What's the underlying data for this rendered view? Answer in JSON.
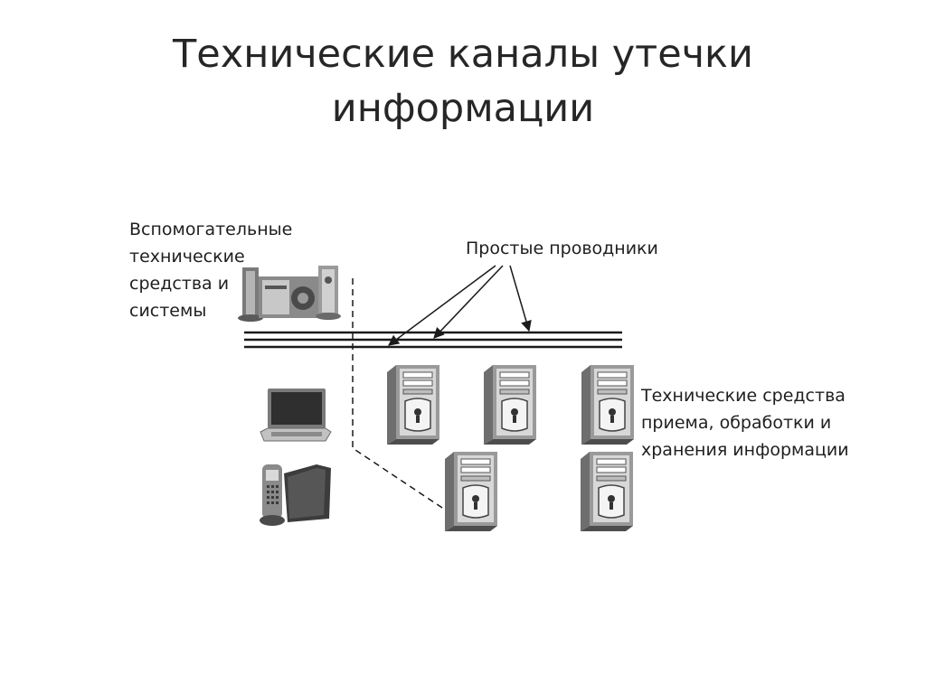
{
  "slide": {
    "title_line1": "Технические каналы утечки",
    "title_line2": "информации"
  },
  "labels": {
    "auxiliary": [
      "Вспомогательные",
      "технические",
      "средства и",
      "системы"
    ],
    "conductors": "Простые проводники",
    "main_equipment": [
      "Технические средства",
      "приема, обработки и",
      "хранения информации"
    ]
  },
  "icons": {
    "speakers": "speaker-system-icon",
    "laptop": "laptop-icon",
    "phone": "cordless-phone-icon",
    "computer": "pc-tower-icon"
  },
  "colors": {
    "line": "#1a1a1a",
    "device_gray": "#8c8c8c",
    "device_light": "#e4e4e4"
  }
}
